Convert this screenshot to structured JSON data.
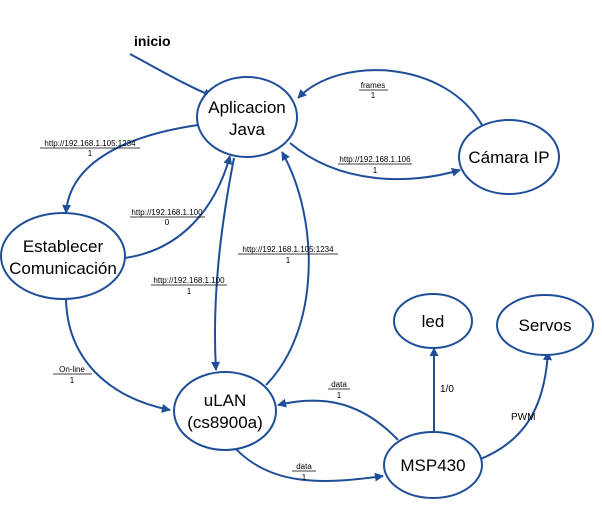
{
  "start_label": "inicio",
  "nodes": {
    "java": [
      "Aplicacion",
      "Java"
    ],
    "camara": [
      "Cámara IP"
    ],
    "establecer": [
      "Establecer",
      "Comunicación"
    ],
    "ulan": [
      "uLAN",
      "(cs8900a)"
    ],
    "msp430": [
      "MSP430"
    ],
    "led": [
      "led"
    ],
    "servos": [
      "Servos"
    ]
  },
  "edges": {
    "camara_to_java": [
      "frames",
      "1"
    ],
    "java_to_establecer": [
      "http://192.168.1.105:1234",
      "1"
    ],
    "java_to_camara": [
      "http://192.168.1.106",
      "1"
    ],
    "establecer_to_java": [
      "http://192.168.1.100",
      "0"
    ],
    "java_to_ulan": [
      "http://192.168.1.100",
      "1"
    ],
    "ulan_to_java": [
      "http://192.168.1.105:1234",
      "1"
    ],
    "establecer_to_ulan": [
      "On-line",
      "1"
    ],
    "msp430_to_ulan": [
      "data",
      "1"
    ],
    "ulan_to_msp430": [
      "data",
      "1"
    ],
    "msp430_to_led": "1/0",
    "msp430_to_servos": "PWM"
  },
  "colors": {
    "stroke": "#1f4e99",
    "text": "#000000",
    "background": "#ffffff"
  }
}
